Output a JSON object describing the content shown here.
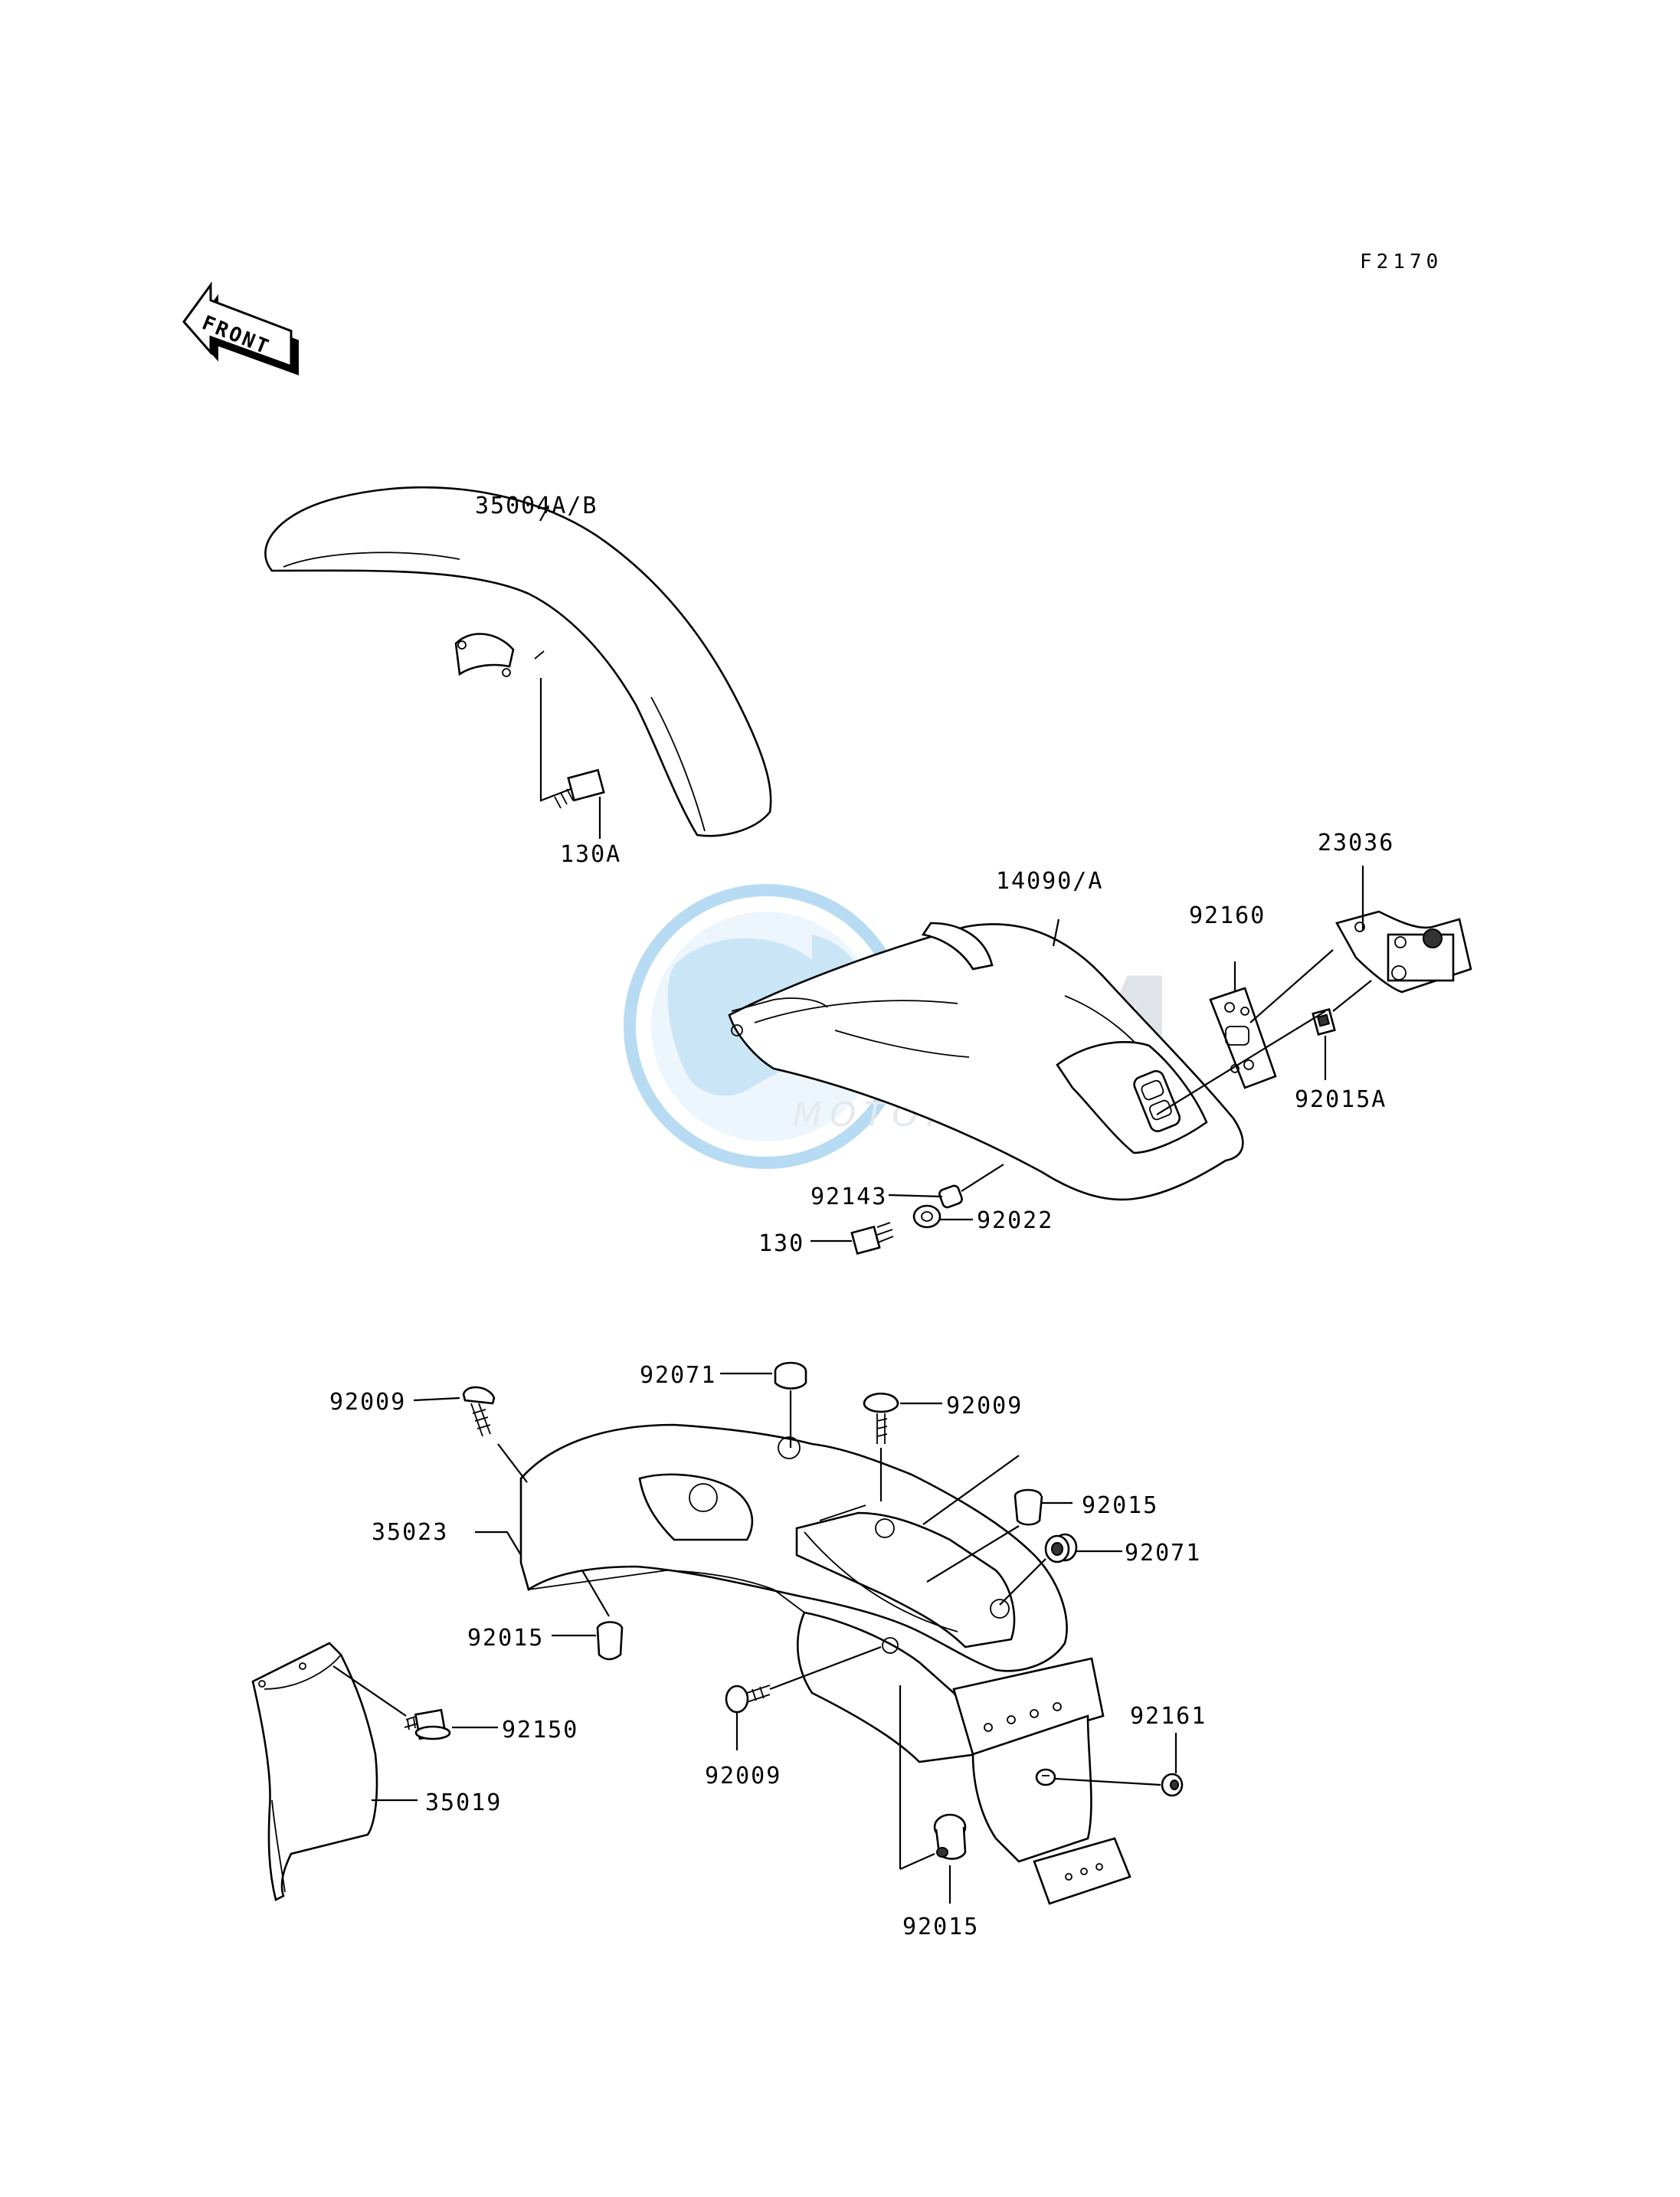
{
  "diagram_code": "F2170",
  "front_indicator": "FRONT",
  "watermark": {
    "brand": "OSM",
    "subtitle": "MOTORPARTS"
  },
  "colors": {
    "line": "#000000",
    "background": "#ffffff",
    "watermark_globe": "#6cb3e0",
    "watermark_text": "#d6dbe2"
  },
  "part_labels": {
    "front_fender": "35004A/B",
    "front_fender_bolt": "130A",
    "rear_fender_cover": "14090/A",
    "license_lamp": "23036",
    "lamp_gasket": "92160",
    "lamp_grommet": "92015A",
    "cover_collar": "92143",
    "cover_washer": "92022",
    "cover_bolt": "130",
    "rear_fender_damper_top": "92071",
    "rear_fender_bolt_left": "92009",
    "rear_fender_bolt_right": "92009",
    "rear_fender": "35023",
    "rear_fender_collar_right": "92015",
    "rear_fender_damper_right": "92071",
    "rear_fender_collar_left": "92015",
    "flap_bolt": "92150",
    "rear_flap": "35019",
    "rear_fender_bolt_lower": "92009",
    "rear_fender_cap": "92161",
    "rear_fender_collar_lower": "92015"
  }
}
